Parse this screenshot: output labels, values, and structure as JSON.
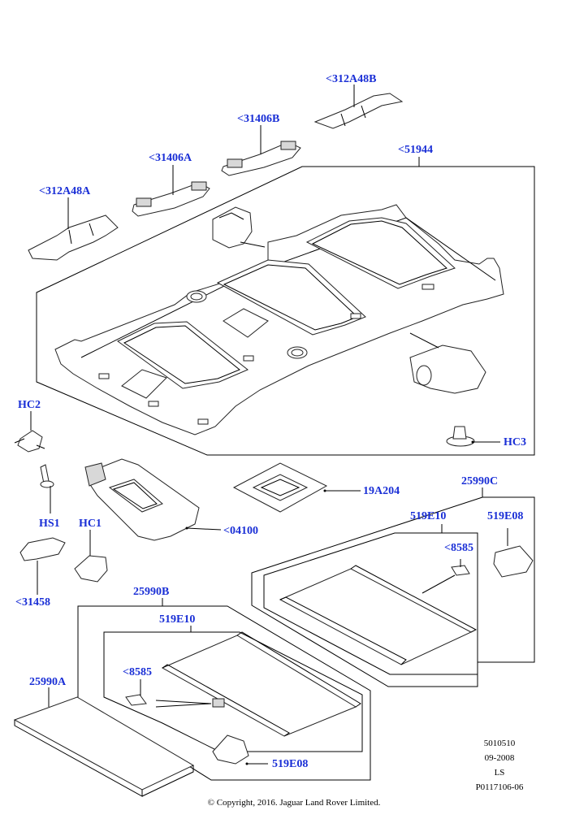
{
  "callouts": {
    "c_312A48B": "<312A48B",
    "c_31406B": "<31406B",
    "c_31406A": "<31406A",
    "c_51944": "<51944",
    "c_312A48A": "<312A48A",
    "c_HC2": "HC2",
    "c_HC3": "HC3",
    "c_HS1": "HS1",
    "c_HC1": "HC1",
    "c_19A204": "19A204",
    "c_04100": "<04100",
    "c_25990C": "25990C",
    "c_519E10_top": "519E10",
    "c_519E08_top": "519E08",
    "c_8585_top": "<8585",
    "c_31458": "<31458",
    "c_25990B": "25990B",
    "c_519E10_bot": "519E10",
    "c_8585_bot": "<8585",
    "c_25990A": "25990A",
    "c_519E08_bot": "519E08"
  },
  "meta": {
    "line1": "5010510",
    "line2": "09-2008",
    "line3": "LS",
    "line4": "P0117106-06"
  },
  "copyright": "© Copyright, 2016. Jaguar Land Rover Limited.",
  "colors": {
    "callout": "#1a2fd6",
    "lines": "#000000"
  }
}
